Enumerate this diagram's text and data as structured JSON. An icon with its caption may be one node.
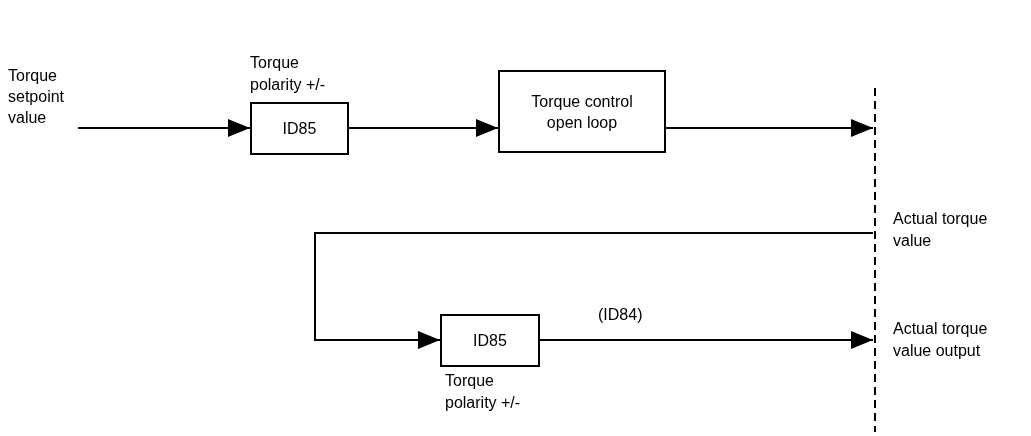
{
  "diagram": {
    "nodes": [
      {
        "text": [
          "Torque setpoint value"
        ]
      },
      {
        "text": [
          "ID85"
        ],
        "beside": [
          "Torque polarity +/-"
        ]
      },
      {
        "text": [
          "Torque control open loop"
        ]
      },
      {
        "text": [],
        "shape": "line",
        "beside": [
          "Actual torque value",
          "Actual torque value output"
        ]
      },
      {
        "text": [
          "ID85"
        ],
        "beside": [
          "Torque polarity +/-"
        ]
      }
    ],
    "edges": [
      {
        "from": 0,
        "to": 1,
        "arrow": "to"
      },
      {
        "from": 1,
        "to": 2,
        "arrow": "to"
      },
      {
        "from": 2,
        "to": 3,
        "arrow": "to"
      },
      {
        "from": 3,
        "to": 4,
        "arrow": "to"
      },
      {
        "from": 4,
        "to": 3,
        "arrow": "to",
        "label": "(ID84)"
      }
    ]
  }
}
